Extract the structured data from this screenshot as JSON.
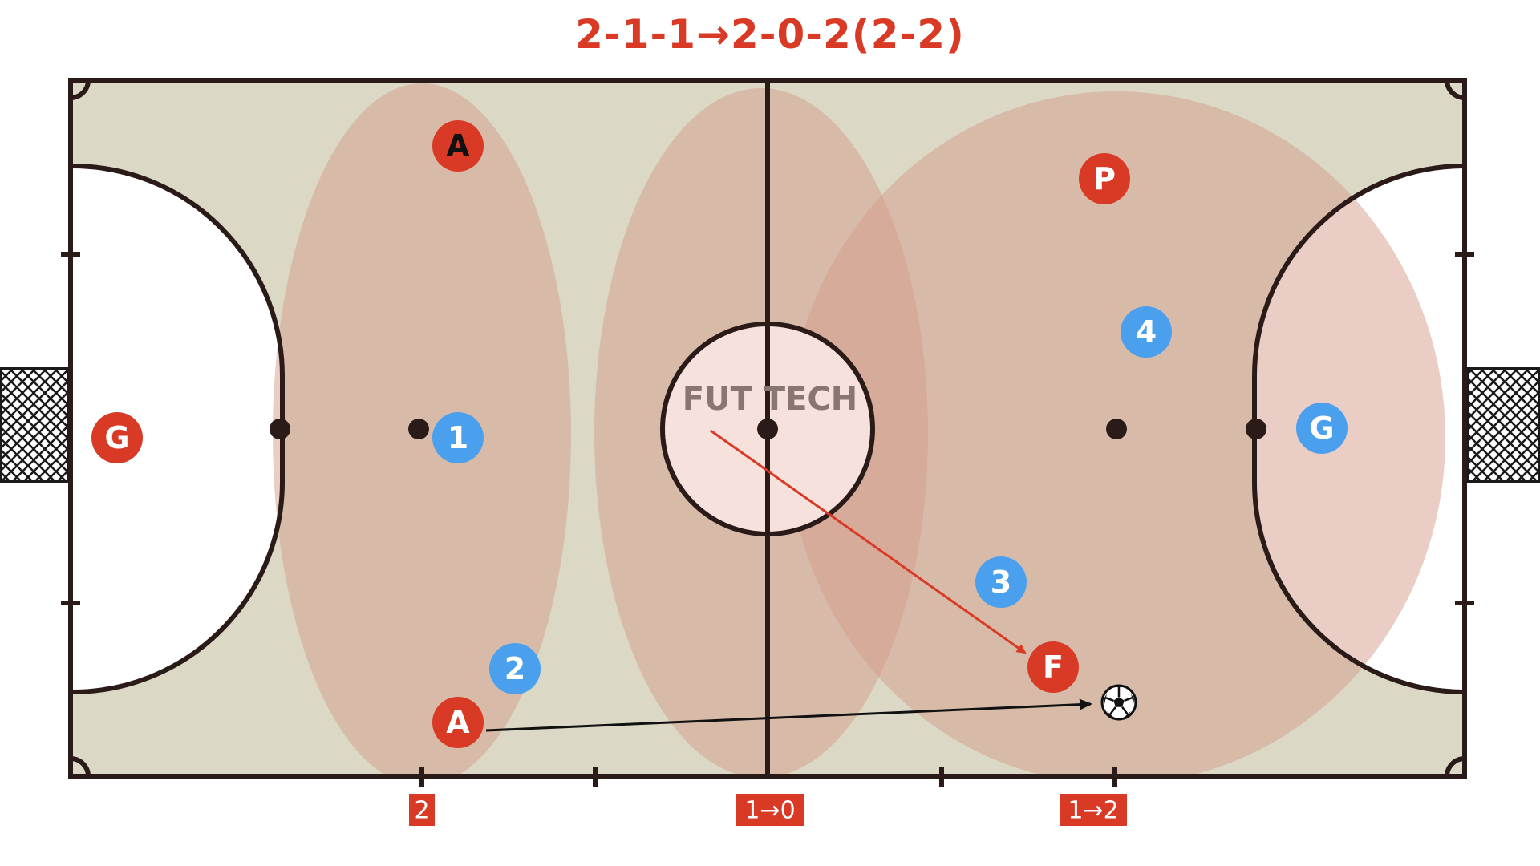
{
  "title": "2-1-1→2-0-2(2-2)",
  "watermark": "FUT TECH",
  "colors": {
    "team_red": "#d83a25",
    "team_blue": "#4aa0ec",
    "court": "#dbd8c6",
    "zone": "#d59c8c",
    "line": "#2b1b18"
  },
  "players": {
    "red": [
      {
        "label": "A",
        "role": "upper-left"
      },
      {
        "label": "P",
        "role": "upper-right"
      },
      {
        "label": "G",
        "role": "goalkeeper"
      },
      {
        "label": "F",
        "role": "right-middle"
      },
      {
        "label": "A",
        "role": "lower-left"
      }
    ],
    "blue": [
      {
        "label": "1"
      },
      {
        "label": "2"
      },
      {
        "label": "3"
      },
      {
        "label": "4"
      },
      {
        "label": "G"
      }
    ]
  },
  "zone_labels": [
    "2",
    "1→0",
    "1→2"
  ],
  "icons": {
    "ball": "soccer-ball-icon",
    "goal_net": "goal-net-icon"
  }
}
